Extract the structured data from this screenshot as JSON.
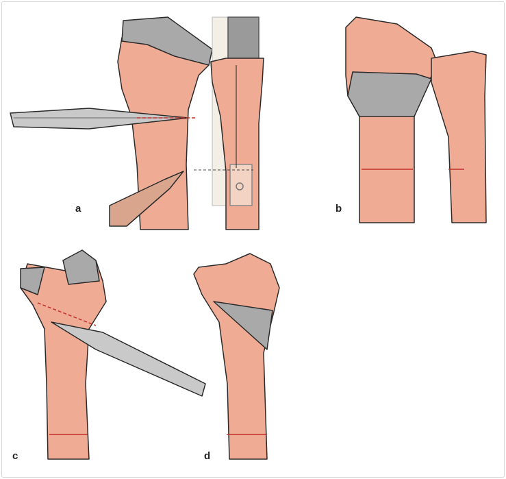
{
  "panels": [
    {
      "label": "a"
    },
    {
      "label": "b"
    },
    {
      "label": "c"
    },
    {
      "label": "d"
    }
  ],
  "colors": {
    "bone": "#f0ab94",
    "graft": "#a9a9a9",
    "cut_line": "#c0302a",
    "outline": "#2a2a2a"
  }
}
